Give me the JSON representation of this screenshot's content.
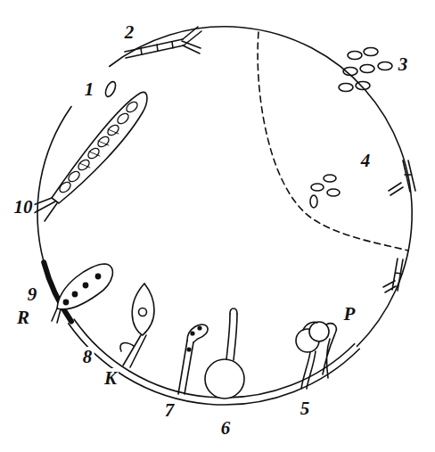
{
  "diagram": {
    "labels": [
      "1",
      "2",
      "3",
      "4",
      "10",
      "9",
      "R",
      "8",
      "K",
      "7",
      "6",
      "5",
      "P"
    ]
  }
}
